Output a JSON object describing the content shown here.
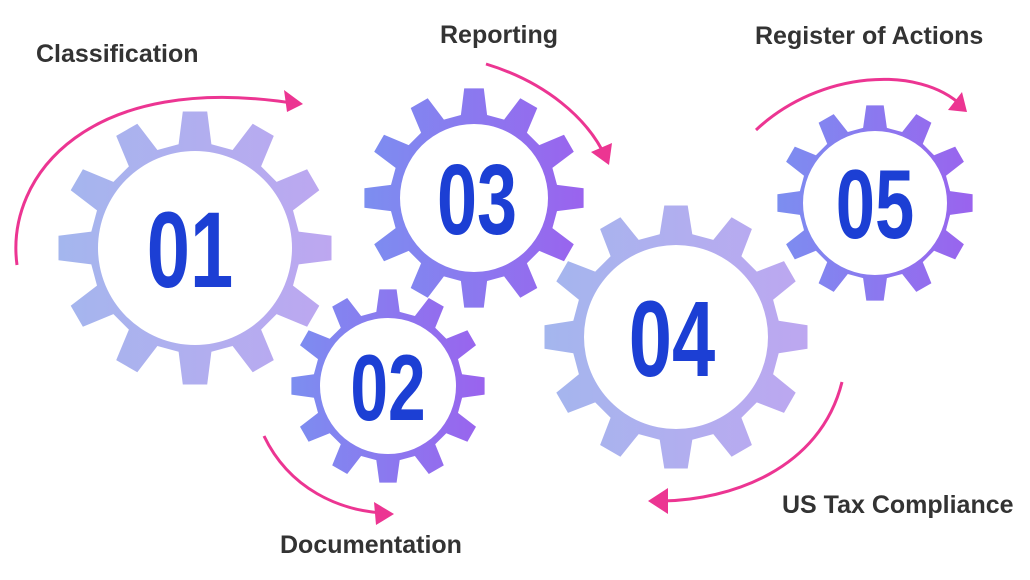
{
  "colors": {
    "gear_light_start": "#a4b6ee",
    "gear_light_end": "#bda7f0",
    "gear_dark_start": "#7c8ef0",
    "gear_dark_end": "#9a63ee",
    "number": "#1c3fd4",
    "arrow": "#ec3592",
    "label": "#333333"
  },
  "steps": [
    {
      "number": "01",
      "label": "Classification",
      "gear_style": "light",
      "gear_icon": "gear-icon"
    },
    {
      "number": "02",
      "label": "Documentation",
      "gear_style": "dark",
      "gear_icon": "gear-icon"
    },
    {
      "number": "03",
      "label": "Reporting",
      "gear_style": "dark",
      "gear_icon": "gear-icon"
    },
    {
      "number": "04",
      "label": "US Tax Compliance",
      "gear_style": "light",
      "gear_icon": "gear-icon"
    },
    {
      "number": "05",
      "label": "Register of Actions",
      "gear_style": "dark",
      "gear_icon": "gear-icon"
    }
  ]
}
